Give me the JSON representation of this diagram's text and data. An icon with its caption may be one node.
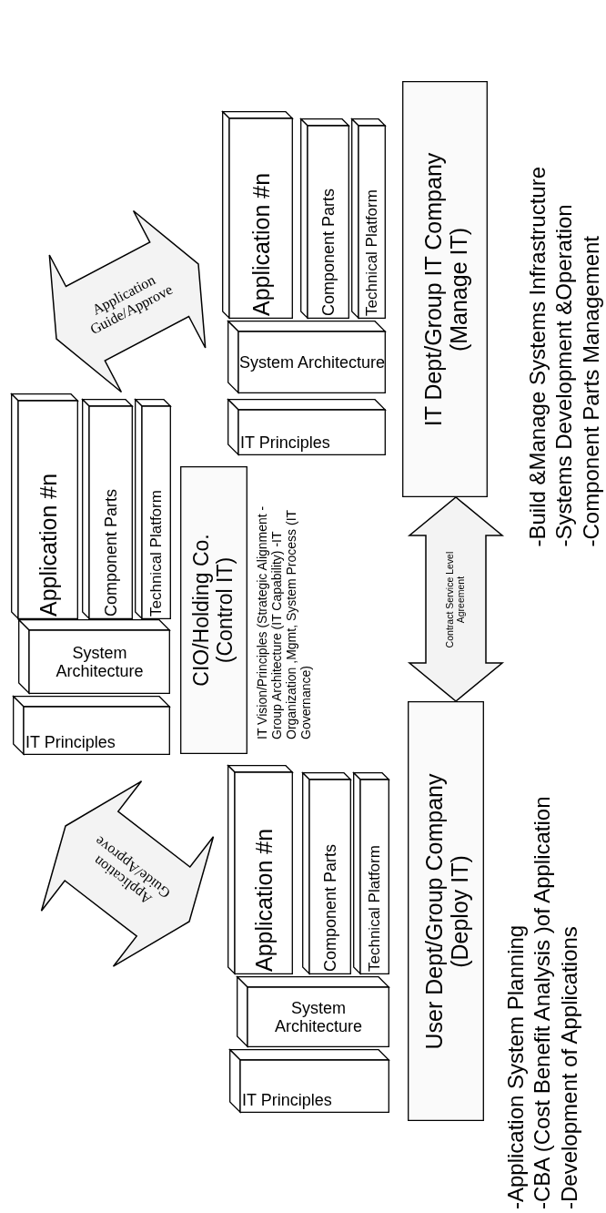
{
  "diagram": {
    "nodes": [
      {
        "text": [
          "IT Principles"
        ]
      },
      {
        "text": [
          "System Architecture"
        ]
      },
      {
        "text": [
          "Application #n"
        ]
      },
      {
        "text": [
          "Component Parts"
        ]
      },
      {
        "text": [
          "Technical Platform"
        ]
      },
      {
        "text": [
          "CIO/Holding Co. (Control IT)"
        ],
        "beside": [
          "IT Vision/Principles (Strategic Alignment -Group Architecture (IT Capability) -IT Organization ,Mgmt, System Process (IT Governance)"
        ]
      },
      {
        "text": [
          "IT Principles"
        ]
      },
      {
        "text": [
          "System Architecture"
        ]
      },
      {
        "text": [
          "Application #n"
        ]
      },
      {
        "text": [
          "Component Parts"
        ]
      },
      {
        "text": [
          "Technical Platform"
        ]
      },
      {
        "text": [
          "IT Principles"
        ]
      },
      {
        "text": [
          "System Architecture"
        ]
      },
      {
        "text": [
          "Application #n"
        ]
      },
      {
        "text": [
          "Component Parts"
        ]
      },
      {
        "text": [
          "Technical Platform"
        ]
      },
      {
        "text": [
          "User Dept/Group Company (Deploy IT)"
        ],
        "beside": [
          "-Application System Planning",
          "-CBA (Cost Benefit Analysis )of Application",
          "-Development of Applications"
        ]
      },
      {
        "text": [
          "IT Dept/Group IT Company (Manage IT)"
        ],
        "beside": [
          "-Build &Manage Systems Infrastructure",
          "-Systems Development &Operation",
          "-Component Parts Management"
        ]
      }
    ],
    "edges": [
      {
        "from": 2,
        "to": 13,
        "arrow": "both",
        "label": "Application Guide/Approve"
      },
      {
        "from": 0,
        "to": 8,
        "arrow": "both",
        "label": "Application Guide/Approve"
      },
      {
        "from": 16,
        "to": 17,
        "arrow": "both",
        "label": "Contract Service Level Agreement"
      }
    ]
  }
}
